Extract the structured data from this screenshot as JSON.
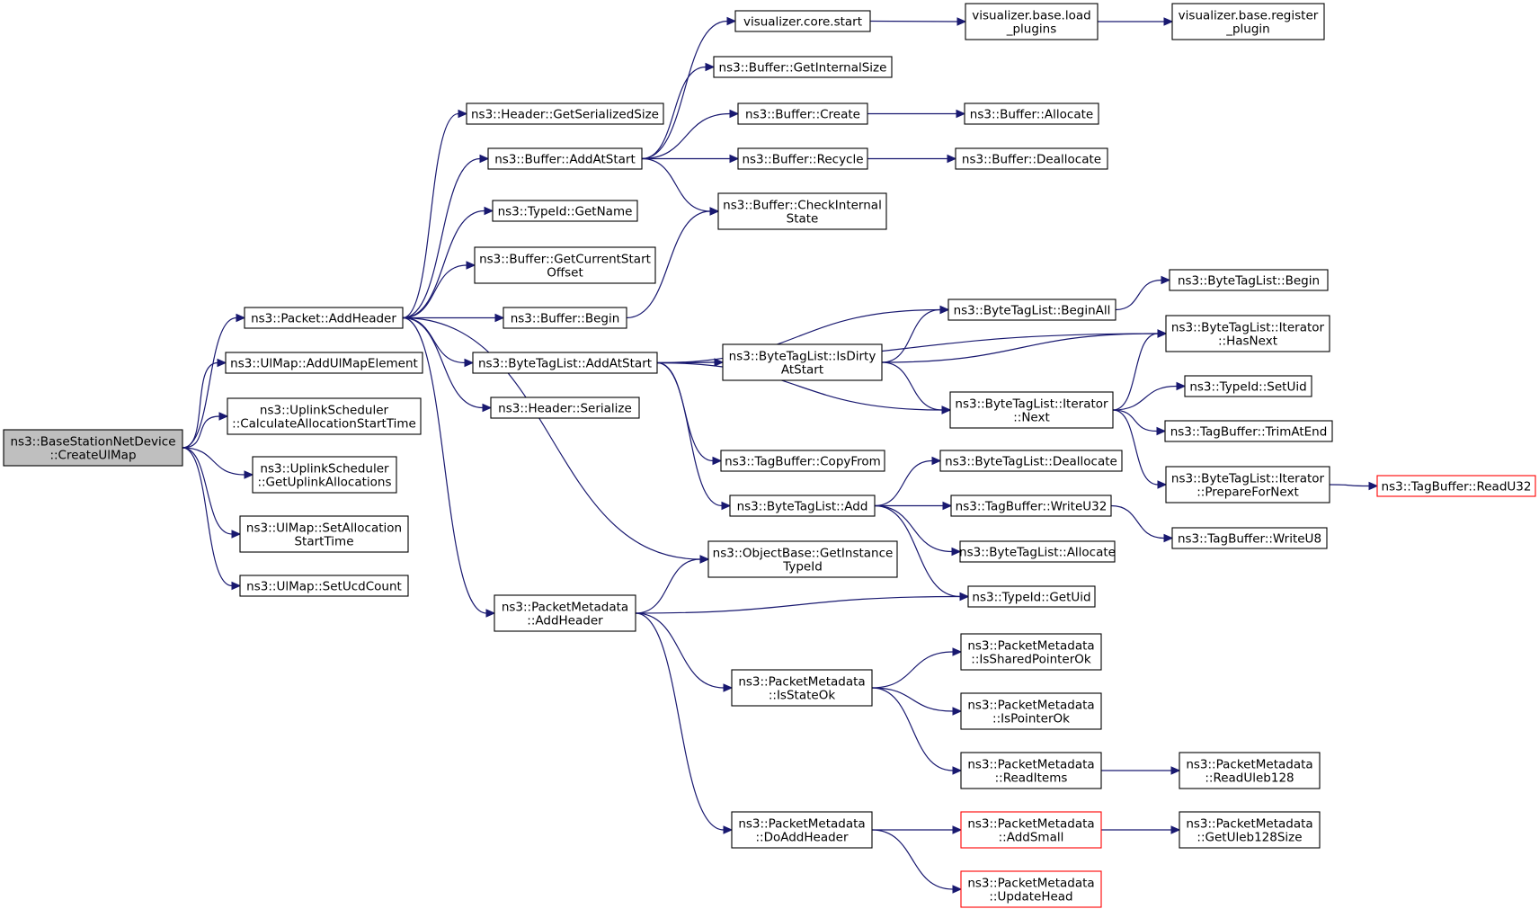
{
  "diagram": {
    "nodes": [
      {
        "id": "root",
        "lines": [
          "ns3::BaseStationNetDevice",
          "::CreateUlMap"
        ],
        "style": "root"
      },
      {
        "id": "pkt_addheader",
        "lines": [
          "ns3::Packet::AddHeader"
        ]
      },
      {
        "id": "ulmap_addelem",
        "lines": [
          "ns3::UlMap::AddUlMapElement"
        ]
      },
      {
        "id": "ulsched_calc",
        "lines": [
          "ns3::UplinkScheduler",
          "::CalculateAllocationStartTime"
        ]
      },
      {
        "id": "ulsched_get",
        "lines": [
          "ns3::UplinkScheduler",
          "::GetUplinkAllocations"
        ]
      },
      {
        "id": "ulmap_setalloc",
        "lines": [
          "ns3::UlMap::SetAllocation",
          "StartTime"
        ]
      },
      {
        "id": "ulmap_setucd",
        "lines": [
          "ns3::UlMap::SetUcdCount"
        ]
      },
      {
        "id": "hdr_getsize",
        "lines": [
          "ns3::Header::GetSerializedSize"
        ]
      },
      {
        "id": "buf_addatstart",
        "lines": [
          "ns3::Buffer::AddAtStart"
        ]
      },
      {
        "id": "typeid_getname",
        "lines": [
          "ns3::TypeId::GetName"
        ]
      },
      {
        "id": "buf_getcurstart",
        "lines": [
          "ns3::Buffer::GetCurrentStart",
          "Offset"
        ]
      },
      {
        "id": "buf_begin",
        "lines": [
          "ns3::Buffer::Begin"
        ]
      },
      {
        "id": "btl_addatstart",
        "lines": [
          "ns3::ByteTagList::AddAtStart"
        ]
      },
      {
        "id": "hdr_serialize",
        "lines": [
          "ns3::Header::Serialize"
        ]
      },
      {
        "id": "pm_addheader",
        "lines": [
          "ns3::PacketMetadata",
          "::AddHeader"
        ]
      },
      {
        "id": "viz_core_start",
        "lines": [
          "visualizer.core.start"
        ]
      },
      {
        "id": "buf_getinternal",
        "lines": [
          "ns3::Buffer::GetInternalSize"
        ]
      },
      {
        "id": "buf_create",
        "lines": [
          "ns3::Buffer::Create"
        ]
      },
      {
        "id": "buf_recycle",
        "lines": [
          "ns3::Buffer::Recycle"
        ]
      },
      {
        "id": "buf_checkinternal",
        "lines": [
          "ns3::Buffer::CheckInternal",
          "State"
        ]
      },
      {
        "id": "btl_isdirty",
        "lines": [
          "ns3::ByteTagList::IsDirty",
          "AtStart"
        ]
      },
      {
        "id": "tagbuf_copyfrom",
        "lines": [
          "ns3::TagBuffer::CopyFrom"
        ]
      },
      {
        "id": "btl_add",
        "lines": [
          "ns3::ByteTagList::Add"
        ]
      },
      {
        "id": "ob_getinstance",
        "lines": [
          "ns3::ObjectBase::GetInstance",
          "TypeId"
        ]
      },
      {
        "id": "pm_isstateok",
        "lines": [
          "ns3::PacketMetadata",
          "::IsStateOk"
        ]
      },
      {
        "id": "pm_doaddheader",
        "lines": [
          "ns3::PacketMetadata",
          "::DoAddHeader"
        ]
      },
      {
        "id": "viz_base_load",
        "lines": [
          "visualizer.base.load",
          "_plugins"
        ]
      },
      {
        "id": "buf_allocate",
        "lines": [
          "ns3::Buffer::Allocate"
        ]
      },
      {
        "id": "buf_deallocate",
        "lines": [
          "ns3::Buffer::Deallocate"
        ]
      },
      {
        "id": "btl_beginall",
        "lines": [
          "ns3::ByteTagList::BeginAll"
        ]
      },
      {
        "id": "btl_iter_next",
        "lines": [
          "ns3::ByteTagList::Iterator",
          "::Next"
        ]
      },
      {
        "id": "btl_dealloc",
        "lines": [
          "ns3::ByteTagList::Deallocate"
        ]
      },
      {
        "id": "tagbuf_writeu32",
        "lines": [
          "ns3::TagBuffer::WriteU32"
        ]
      },
      {
        "id": "btl_allocate",
        "lines": [
          "ns3::ByteTagList::Allocate"
        ]
      },
      {
        "id": "typeid_getuid",
        "lines": [
          "ns3::TypeId::GetUid"
        ]
      },
      {
        "id": "pm_issharedok",
        "lines": [
          "ns3::PacketMetadata",
          "::IsSharedPointerOk"
        ]
      },
      {
        "id": "pm_ispointerok",
        "lines": [
          "ns3::PacketMetadata",
          "::IsPointerOk"
        ]
      },
      {
        "id": "pm_readitems",
        "lines": [
          "ns3::PacketMetadata",
          "::ReadItems"
        ]
      },
      {
        "id": "pm_addsmall",
        "lines": [
          "ns3::PacketMetadata",
          "::AddSmall"
        ],
        "style": "red"
      },
      {
        "id": "pm_updatehead",
        "lines": [
          "ns3::PacketMetadata",
          "::UpdateHead"
        ],
        "style": "red"
      },
      {
        "id": "viz_base_register",
        "lines": [
          "visualizer.base.register",
          "_plugin"
        ]
      },
      {
        "id": "btl_begin",
        "lines": [
          "ns3::ByteTagList::Begin"
        ]
      },
      {
        "id": "btl_iter_hasnext",
        "lines": [
          "ns3::ByteTagList::Iterator",
          "::HasNext"
        ]
      },
      {
        "id": "typeid_setuid",
        "lines": [
          "ns3::TypeId::SetUid"
        ]
      },
      {
        "id": "tagbuf_trimatend",
        "lines": [
          "ns3::TagBuffer::TrimAtEnd"
        ]
      },
      {
        "id": "btl_iter_prepare",
        "lines": [
          "ns3::ByteTagList::Iterator",
          "::PrepareForNext"
        ]
      },
      {
        "id": "tagbuf_writeu8",
        "lines": [
          "ns3::TagBuffer::WriteU8"
        ]
      },
      {
        "id": "pm_readuleb",
        "lines": [
          "ns3::PacketMetadata",
          "::ReadUleb128"
        ]
      },
      {
        "id": "pm_getulebsize",
        "lines": [
          "ns3::PacketMetadata",
          "::GetUleb128Size"
        ]
      },
      {
        "id": "tagbuf_readu32",
        "lines": [
          "ns3::TagBuffer::ReadU32"
        ],
        "style": "red"
      }
    ],
    "edges": [
      [
        "root",
        "pkt_addheader"
      ],
      [
        "root",
        "ulmap_addelem"
      ],
      [
        "root",
        "ulsched_calc"
      ],
      [
        "root",
        "ulsched_get"
      ],
      [
        "root",
        "ulmap_setalloc"
      ],
      [
        "root",
        "ulmap_setucd"
      ],
      [
        "pkt_addheader",
        "hdr_getsize"
      ],
      [
        "pkt_addheader",
        "buf_addatstart"
      ],
      [
        "pkt_addheader",
        "typeid_getname"
      ],
      [
        "pkt_addheader",
        "buf_getcurstart"
      ],
      [
        "pkt_addheader",
        "buf_begin"
      ],
      [
        "pkt_addheader",
        "btl_addatstart"
      ],
      [
        "pkt_addheader",
        "hdr_serialize"
      ],
      [
        "pkt_addheader",
        "ob_getinstance"
      ],
      [
        "pkt_addheader",
        "pm_addheader"
      ],
      [
        "buf_addatstart",
        "viz_core_start"
      ],
      [
        "buf_addatstart",
        "buf_getinternal"
      ],
      [
        "buf_addatstart",
        "buf_create"
      ],
      [
        "buf_addatstart",
        "buf_recycle"
      ],
      [
        "buf_addatstart",
        "buf_checkinternal"
      ],
      [
        "buf_begin",
        "buf_checkinternal"
      ],
      [
        "viz_core_start",
        "viz_base_load"
      ],
      [
        "viz_base_load",
        "viz_base_register"
      ],
      [
        "buf_create",
        "buf_allocate"
      ],
      [
        "buf_recycle",
        "buf_deallocate"
      ],
      [
        "btl_addatstart",
        "btl_iter_hasnext"
      ],
      [
        "btl_addatstart",
        "btl_beginall"
      ],
      [
        "btl_addatstart",
        "btl_isdirty"
      ],
      [
        "btl_addatstart",
        "btl_iter_next"
      ],
      [
        "btl_addatstart",
        "tagbuf_copyfrom"
      ],
      [
        "btl_addatstart",
        "btl_add"
      ],
      [
        "btl_beginall",
        "btl_begin"
      ],
      [
        "btl_isdirty",
        "btl_beginall"
      ],
      [
        "btl_isdirty",
        "btl_iter_hasnext"
      ],
      [
        "btl_isdirty",
        "btl_iter_next"
      ],
      [
        "btl_iter_next",
        "btl_iter_hasnext"
      ],
      [
        "btl_iter_next",
        "typeid_setuid"
      ],
      [
        "btl_iter_next",
        "tagbuf_trimatend"
      ],
      [
        "btl_iter_next",
        "btl_iter_prepare"
      ],
      [
        "btl_iter_prepare",
        "tagbuf_readu32"
      ],
      [
        "btl_add",
        "btl_dealloc"
      ],
      [
        "btl_add",
        "tagbuf_writeu32"
      ],
      [
        "btl_add",
        "btl_allocate"
      ],
      [
        "btl_add",
        "typeid_getuid"
      ],
      [
        "tagbuf_writeu32",
        "tagbuf_writeu8"
      ],
      [
        "pm_addheader",
        "ob_getinstance"
      ],
      [
        "pm_addheader",
        "typeid_getuid"
      ],
      [
        "pm_addheader",
        "pm_isstateok"
      ],
      [
        "pm_addheader",
        "pm_doaddheader"
      ],
      [
        "pm_isstateok",
        "pm_issharedok"
      ],
      [
        "pm_isstateok",
        "pm_ispointerok"
      ],
      [
        "pm_isstateok",
        "pm_readitems"
      ],
      [
        "pm_readitems",
        "pm_readuleb"
      ],
      [
        "pm_doaddheader",
        "pm_addsmall"
      ],
      [
        "pm_doaddheader",
        "pm_updatehead"
      ],
      [
        "pm_addsmall",
        "pm_getulebsize"
      ]
    ]
  },
  "colors": {
    "edge": "#191970",
    "root_fill": "#bfbfbf",
    "node_border": "#000000",
    "missing_node_border": "#ff0000"
  }
}
